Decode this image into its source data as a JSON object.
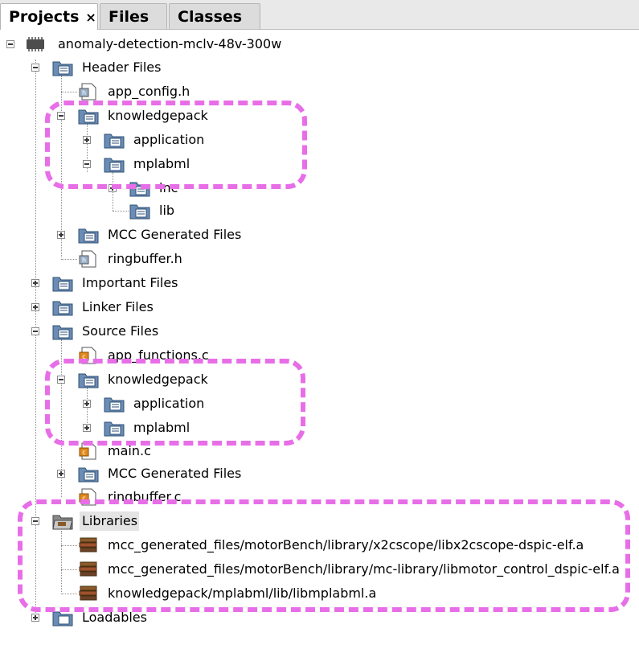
{
  "tabs": [
    {
      "label": "Projects",
      "close": "×"
    },
    {
      "label": "Files"
    },
    {
      "label": "Classes"
    }
  ],
  "tree": {
    "project": "anomaly-detection-mclv-48v-300w",
    "header_files": "Header Files",
    "app_config": "app_config.h",
    "knowledgepack_h": "knowledgepack",
    "application_h": "application",
    "mplabml_h": "mplabml",
    "inc": "inc",
    "lib": "lib",
    "mcc_h": "MCC Generated Files",
    "ringbuffer_h": "ringbuffer.h",
    "important_files": "Important Files",
    "linker_files": "Linker Files",
    "source_files": "Source Files",
    "app_functions": "app_functions.c",
    "knowledgepack_c": "knowledgepack",
    "application_c": "application",
    "mplabml_c": "mplabml",
    "main_c": "main.c",
    "mcc_c": "MCC Generated Files",
    "ringbuffer_c": "ringbuffer.c",
    "libraries": "Libraries",
    "lib1": "mcc_generated_files/motorBench/library/x2cscope/libx2cscope-dspic-elf.a",
    "lib2": "mcc_generated_files/motorBench/library/mc-library/libmotor_control_dspic-elf.a",
    "lib3": "knowledgepack/mplabml/lib/libmplabml.a",
    "loadables": "Loadables"
  },
  "colors": {
    "highlight": "#e86ee8",
    "folder": "#6b8db5",
    "selection": "#e4e4e4"
  }
}
